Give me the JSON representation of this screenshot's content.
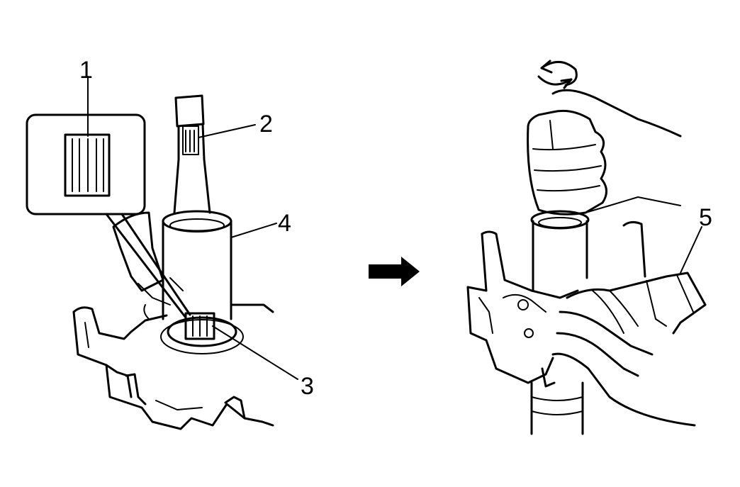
{
  "diagram": {
    "left_panel": {
      "callouts": [
        {
          "id": "callout-1",
          "label": "1"
        },
        {
          "id": "callout-2",
          "label": "2"
        },
        {
          "id": "callout-3",
          "label": "3"
        },
        {
          "id": "callout-4",
          "label": "4"
        }
      ]
    },
    "right_panel": {
      "callouts": [
        {
          "id": "callout-5",
          "label": "5"
        }
      ]
    },
    "colors": {
      "ink": "#000000",
      "background": "#ffffff"
    }
  }
}
